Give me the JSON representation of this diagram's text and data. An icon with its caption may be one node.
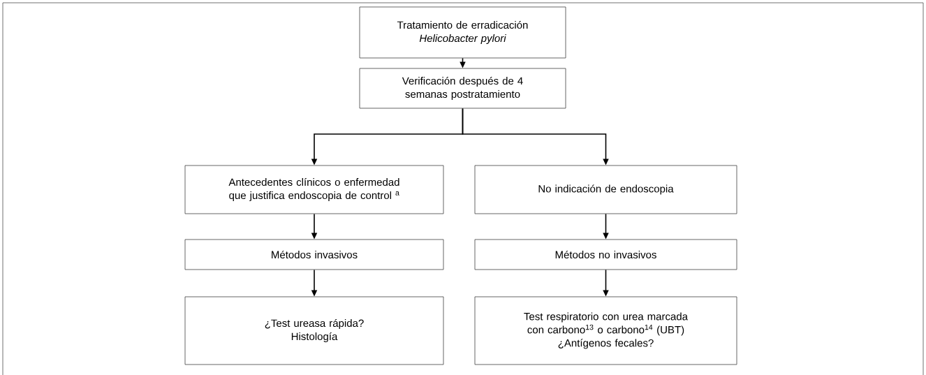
{
  "diagram": {
    "nodes": [
      {
        "text": [
          "Tratamiento de erradicación",
          "Helicobacter pylori"
        ]
      },
      {
        "text": [
          "Verificación después de 4 semanas postratamiento"
        ]
      },
      {
        "text": [
          "Antecedentes clínicos o enfermedad que justifica endoscopia de control $^{a}$"
        ]
      },
      {
        "text": [
          "No indicación de endoscopia"
        ]
      },
      {
        "text": [
          "Métodos invasivos"
        ]
      },
      {
        "text": [
          "Métodos no invasivos"
        ]
      },
      {
        "text": [
          "¿Test ureasa rápida?",
          "Histología"
        ]
      },
      {
        "text": [
          "Test respiratorio con urea marcada con carbono$^{13}$ o carbono$^{14}$ (UBT)",
          "¿Antígenos fecales?"
        ]
      }
    ],
    "edges": [
      {
        "from": 0,
        "to": 1,
        "arrow": "to"
      },
      {
        "from": 1,
        "to": 2,
        "arrow": "to"
      },
      {
        "from": 1,
        "to": 3,
        "arrow": "to"
      },
      {
        "from": 2,
        "to": 4,
        "arrow": "to"
      },
      {
        "from": 3,
        "to": 5,
        "arrow": "to"
      },
      {
        "from": 4,
        "to": 6,
        "arrow": "to"
      },
      {
        "from": 5,
        "to": 7,
        "arrow": "to"
      }
    ]
  }
}
